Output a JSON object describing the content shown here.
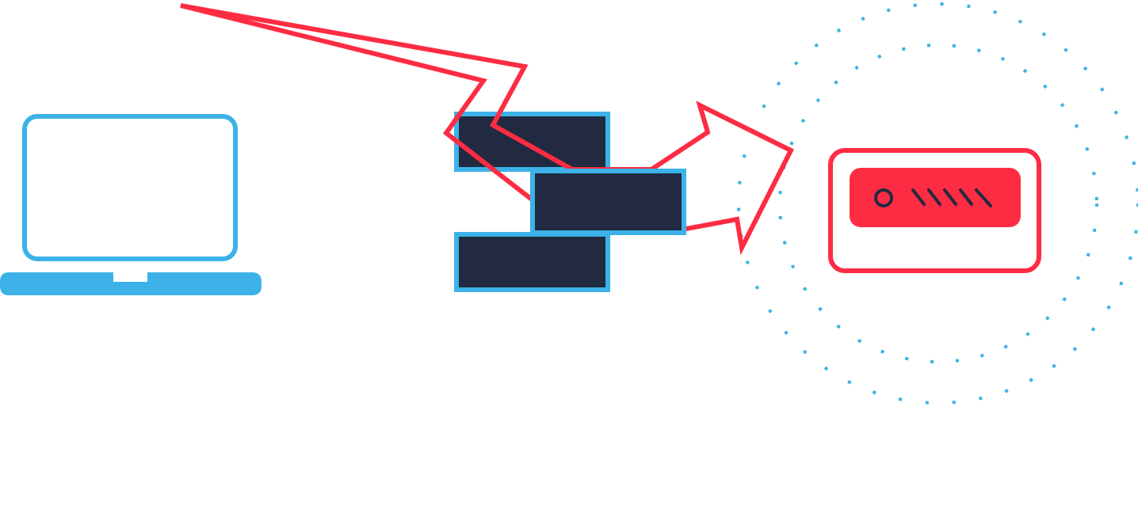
{
  "diagram": {
    "nodes": [
      {
        "id": "laptop",
        "icon": "laptop-icon"
      },
      {
        "id": "firewall",
        "icon": "firewall-brick-wall-icon"
      },
      {
        "id": "router",
        "icon": "router-device-icon"
      }
    ],
    "connectors": [
      {
        "id": "attack-bolt",
        "icon": "lightning-bolt-arrow-icon",
        "from": "laptop",
        "through": "firewall",
        "to": "router"
      }
    ],
    "decorations": [
      {
        "id": "signal-rings",
        "icon": "dotted-signal-rings-icon",
        "count": 2
      }
    ],
    "colors": {
      "primary_blue": "#3cb2e8",
      "alert_red": "#fd2c43",
      "dark_navy": "#212a40",
      "background": "#ffffff"
    }
  }
}
